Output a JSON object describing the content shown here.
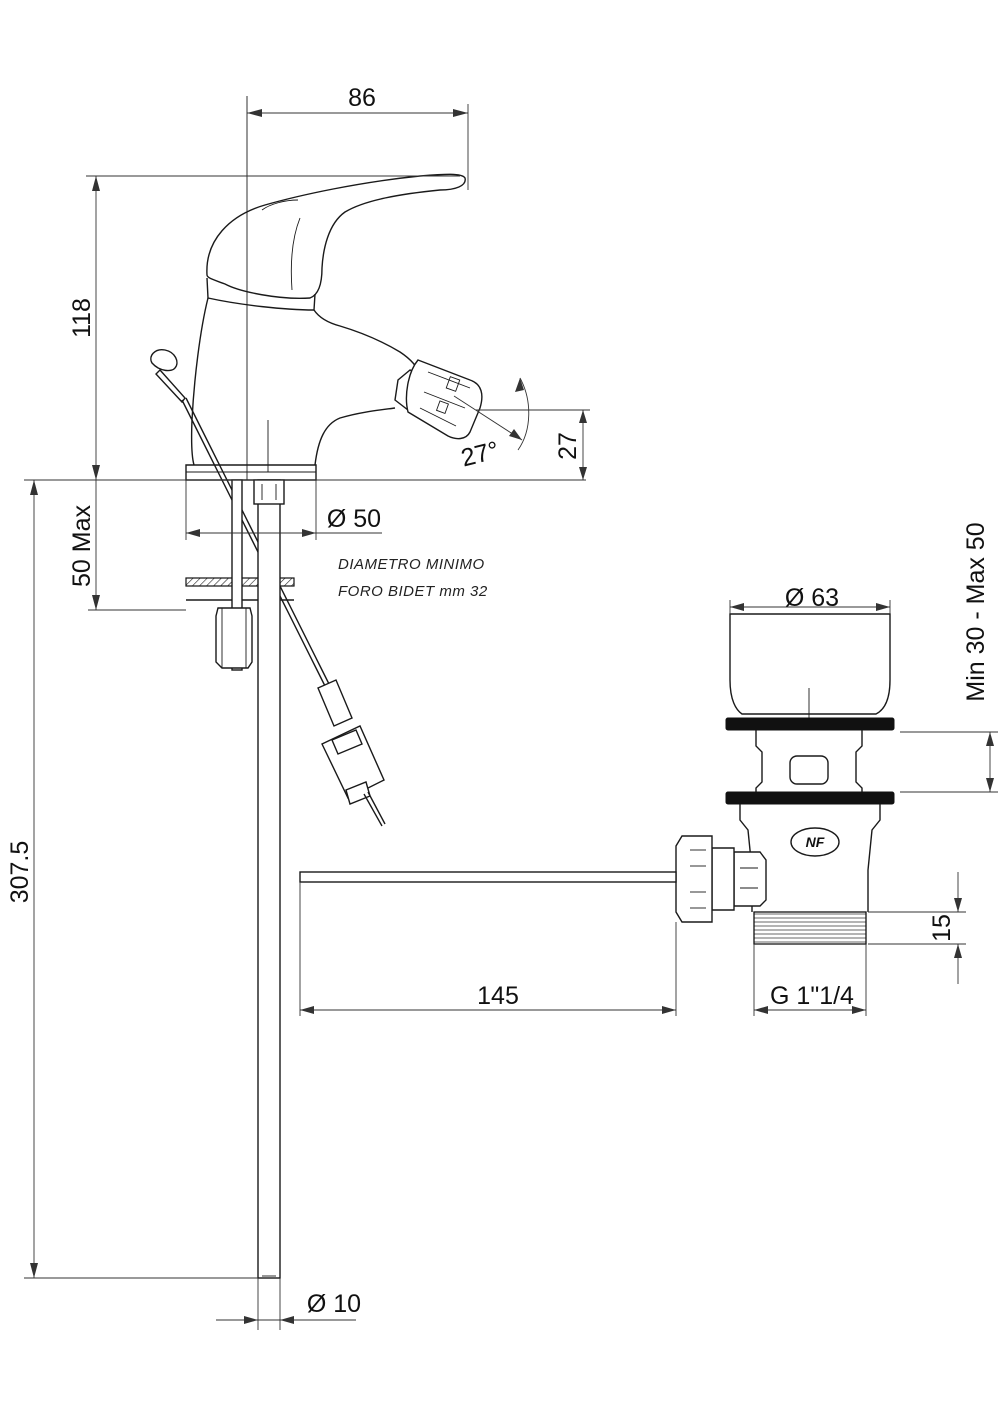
{
  "dimensions": {
    "faucet_width": "86",
    "faucet_height": "118",
    "nozzle_height": "27",
    "nozzle_angle": "27°",
    "base_diameter": "Ø 50",
    "deck_thickness": "50 Max",
    "pipe_length": "307.5",
    "pipe_diameter": "Ø 10",
    "drain_diameter": "Ø 63",
    "drain_range": "Min 30 - Max 50",
    "rod_length": "145",
    "thread_length": "15",
    "thread_size": "G 1\"1/4"
  },
  "notes": {
    "line1": "DIAMETRO MINIMO",
    "line2": "FORO BIDET mm 32"
  },
  "badge": "NF",
  "colors": {
    "line": "#1a1a1a",
    "background": "#ffffff"
  }
}
